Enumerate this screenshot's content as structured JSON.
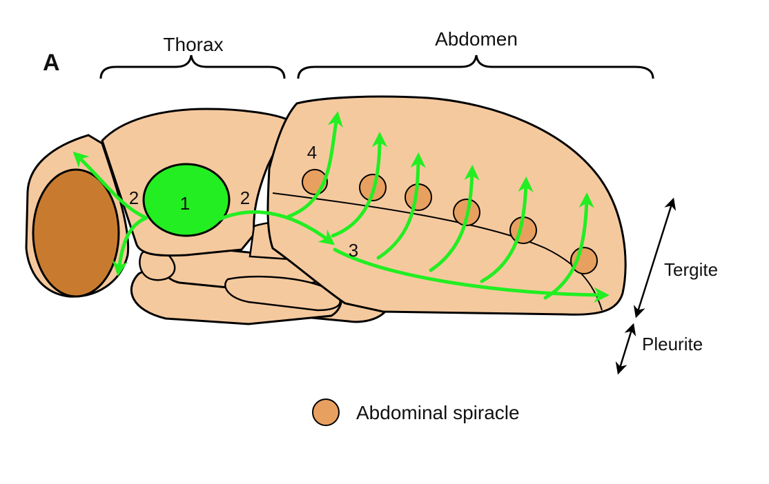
{
  "panel_label": "A",
  "regions": {
    "thorax": "Thorax",
    "abdomen": "Abdomen"
  },
  "numbers": {
    "n1": "1",
    "n2_left": "2",
    "n2_right": "2",
    "n3": "3",
    "n4": "4"
  },
  "side_labels": {
    "tergite": "Tergite",
    "pleurite": "Pleurite"
  },
  "legend": {
    "label": "Abdominal spiracle"
  },
  "colors": {
    "body": "#f5c99e",
    "eye": "#c87b2f",
    "spiracle": "#e8a060",
    "thoracic_spiracle": "#22ee22",
    "airflow_arrow": "#22ee22",
    "outline": "#000000"
  },
  "icons": {
    "airflow": "green-arrow-icon",
    "dimension": "double-headed-arrow-icon",
    "spiracle": "circle-icon"
  }
}
